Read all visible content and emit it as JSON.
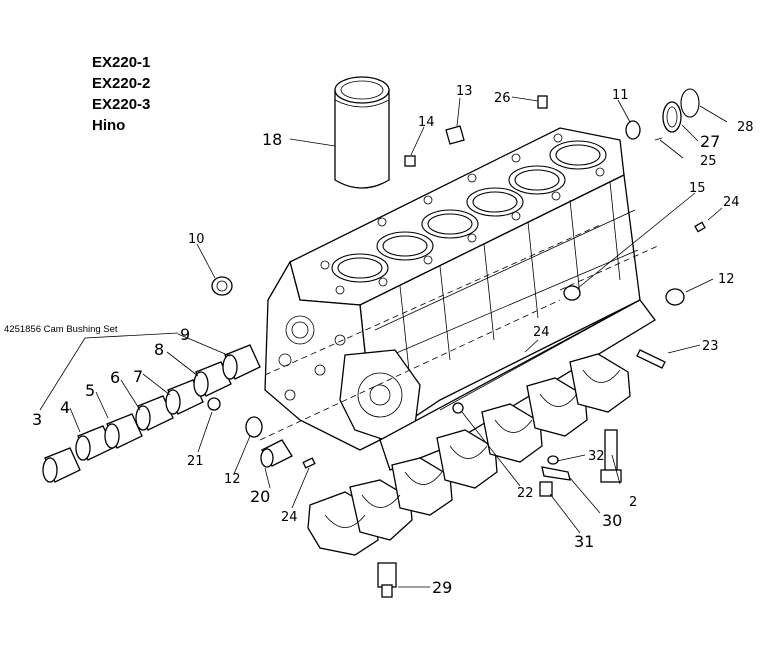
{
  "header": {
    "models": [
      "EX220-1",
      "EX220-2",
      "EX220-3",
      "Hino"
    ]
  },
  "kit_label": "4251856 Cam Bushing Set",
  "callouts": {
    "c2": "2",
    "c3": "3",
    "c4": "4",
    "c5": "5",
    "c6": "6",
    "c7": "7",
    "c8": "8",
    "c9": "9",
    "c10": "10",
    "c11": "11",
    "c12a": "12",
    "c12b": "12",
    "c13": "13",
    "c14": "14",
    "c15": "15",
    "c18": "18",
    "c20": "20",
    "c21": "21",
    "c22": "22",
    "c23": "23",
    "c24a": "24",
    "c24b": "24",
    "c24c": "24",
    "c25": "25",
    "c26": "26",
    "c27": "27",
    "c28": "28",
    "c29": "29",
    "c30": "30",
    "c31": "31",
    "c32": "32"
  }
}
